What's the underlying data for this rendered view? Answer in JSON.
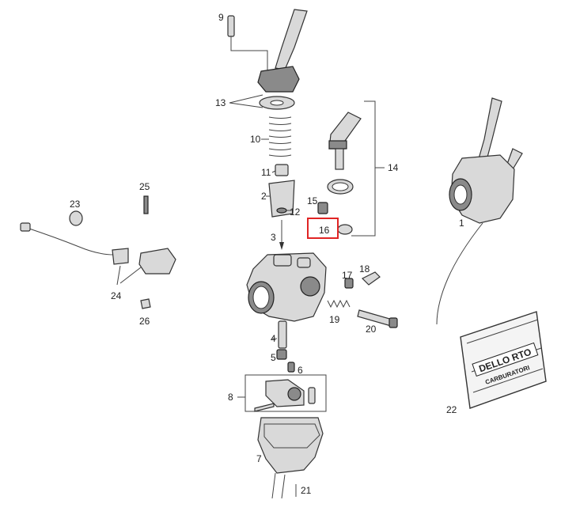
{
  "diagram": {
    "highlight_color": "#e02424",
    "labels": {
      "l1": "1",
      "l2": "2",
      "l3": "3",
      "l4": "4",
      "l5": "5",
      "l6": "6",
      "l7": "7",
      "l8": "8",
      "l9": "9",
      "l10": "10",
      "l11": "11",
      "l12": "12",
      "l13": "13",
      "l14": "14",
      "l15": "15",
      "l16": "16",
      "l17": "17",
      "l18": "18",
      "l19": "19",
      "l20": "20",
      "l21": "21",
      "l22": "22",
      "l23": "23",
      "l24": "24",
      "l25": "25",
      "l26": "26"
    },
    "manual_text": {
      "brand": "DELLO RTO",
      "subtitle": "CARBURATORI"
    }
  }
}
